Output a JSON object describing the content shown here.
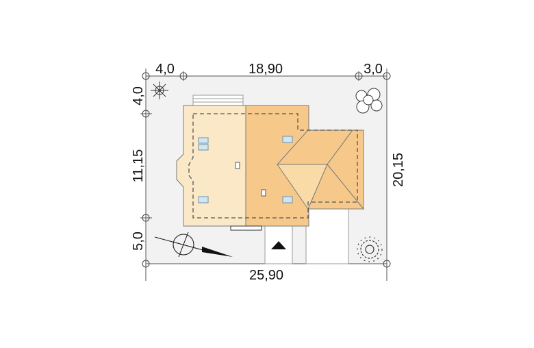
{
  "dimensions": {
    "top_left": "4,0",
    "top_main": "18,90",
    "top_right": "3,0",
    "bottom_total": "25,90",
    "left_top": "4,0",
    "left_middle": "11,15",
    "left_bottom": "5,0",
    "right_total": "20,15"
  },
  "colors": {
    "plot": "#f2f2f2",
    "house_light": "#fbe8c6",
    "house_dark": "#f6c98a",
    "garage_light": "#f9dba8",
    "window": "#cfe6f7",
    "outline": "#7a7a7a",
    "dash": "#555555"
  },
  "icons": {
    "north": "compass-north-icon",
    "tree": "tree-icon",
    "entrance": "entrance-arrow-icon"
  }
}
